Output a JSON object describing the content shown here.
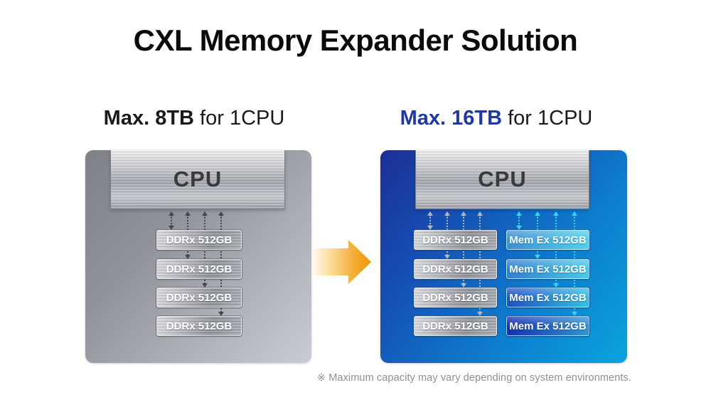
{
  "title": "CXL Memory Expander Solution",
  "left_section": {
    "heading_strong": "Max. 8TB",
    "heading_rest": " for 1CPU",
    "cpu_label": "CPU",
    "modules": [
      "DDRx 512GB",
      "DDRx 512GB",
      "DDRx 512GB",
      "DDRx 512GB"
    ]
  },
  "right_section": {
    "heading_strong": "Max. 16TB",
    "heading_rest": " for 1CPU",
    "cpu_label": "CPU",
    "ddr_modules": [
      "DDRx 512GB",
      "DDRx 512GB",
      "DDRx 512GB",
      "DDRx 512GB"
    ],
    "memex_modules": [
      "Mem Ex 512GB",
      "Mem Ex 512GB",
      "Mem Ex 512GB",
      "Mem Ex 512GB"
    ]
  },
  "footnote": "※ Maximum capacity may vary depending on system environments.",
  "colors": {
    "accent_blue": "#1c38ab",
    "left_panel_gray": "#9a9da4",
    "right_panel_blue_dark": "#1d2f97",
    "right_panel_blue_light": "#0aa4df",
    "transition_arrow_orange": "#ee9803",
    "ddr_link_gray": "#45494f",
    "memex_link_cyan": "#38d2f4"
  }
}
